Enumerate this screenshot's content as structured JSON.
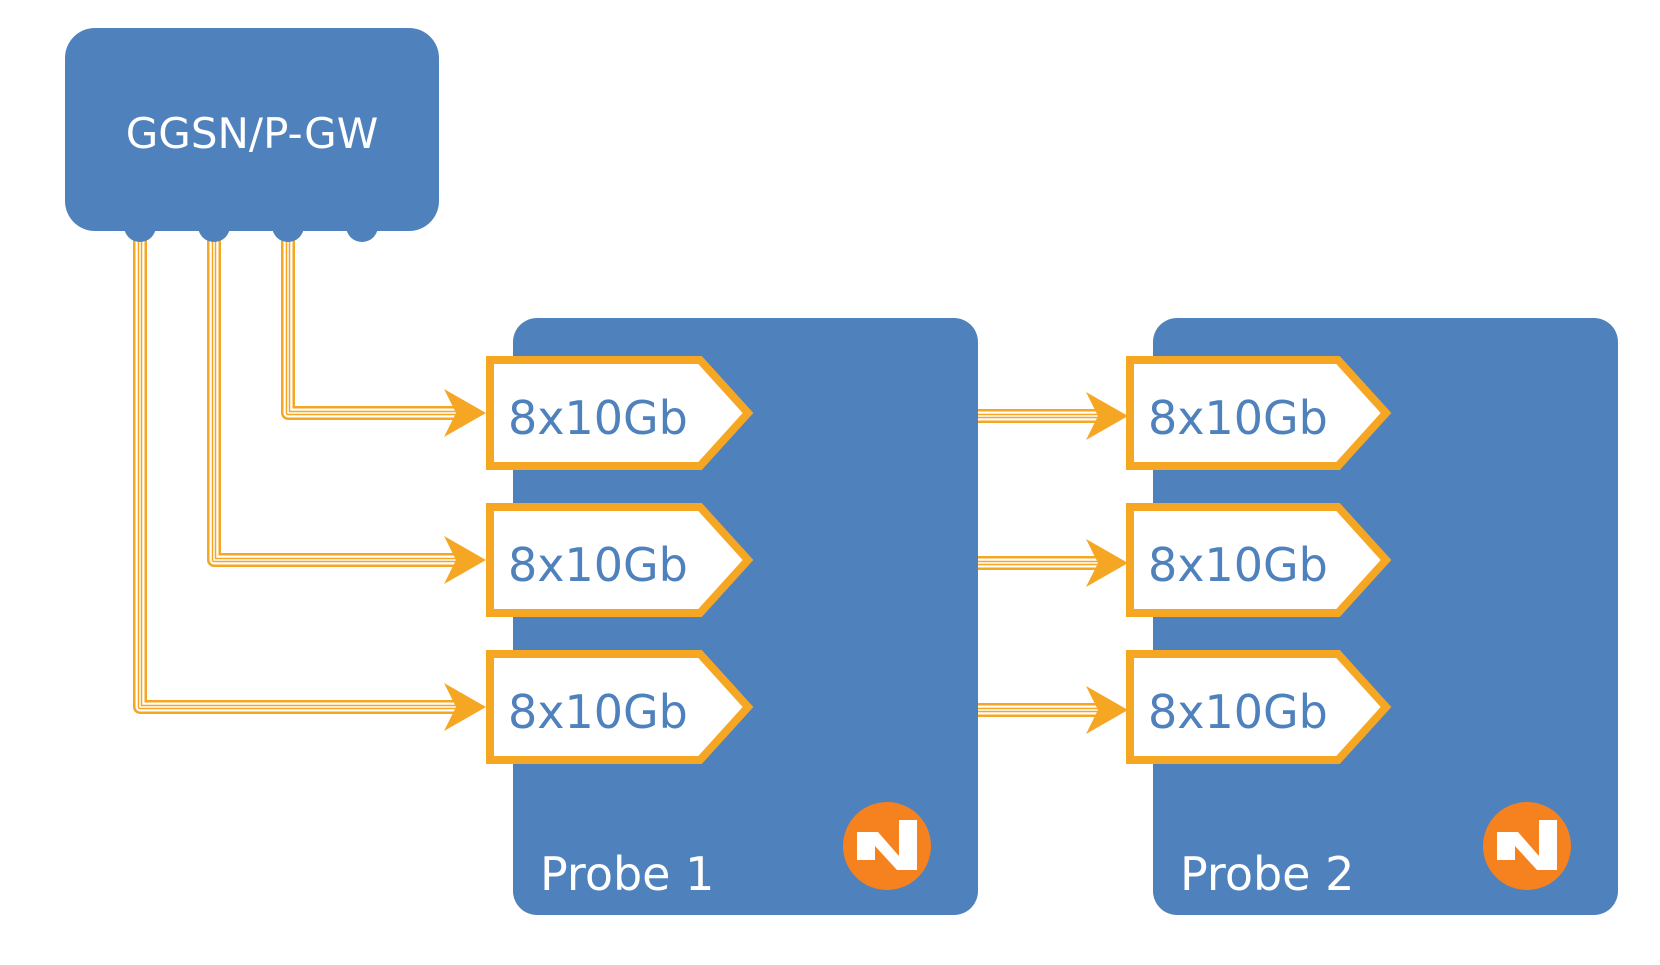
{
  "colors": {
    "node_fill": "#4f81bd",
    "link_color": "#f5a623",
    "port_fill": "#ffffff",
    "logo_orange": "#f5821f"
  },
  "gateway": {
    "label": "GGSN/P-GW",
    "port_count": 4
  },
  "probes": [
    {
      "label": "Probe 1",
      "logo": "napatech-logo-icon",
      "ports": [
        "8x10Gb",
        "8x10Gb",
        "8x10Gb"
      ]
    },
    {
      "label": "Probe 2",
      "logo": "napatech-logo-icon",
      "ports": [
        "8x10Gb",
        "8x10Gb",
        "8x10Gb"
      ]
    }
  ]
}
